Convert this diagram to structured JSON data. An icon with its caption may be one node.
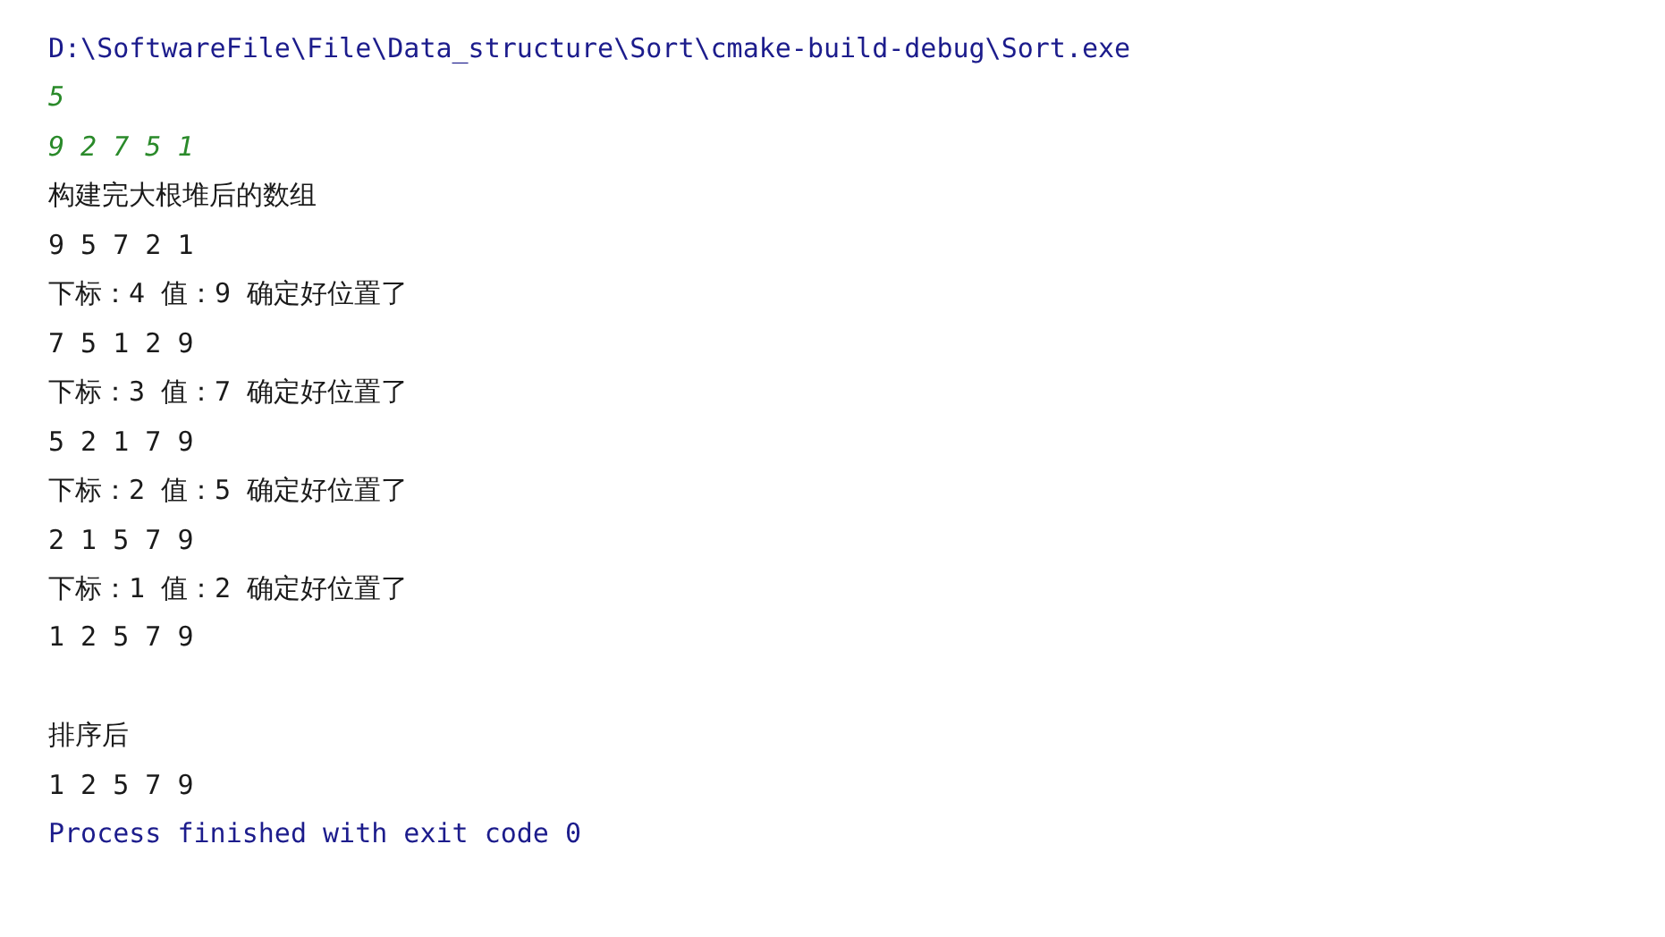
{
  "diagram": {
    "labels": [
      "D:\\SoftwareFile\\File\\Data_structure\\Sort\\cmake-build-debug\\Sort.exe",
      "5",
      "9 2 7 5 1",
      "构建完大根堆后的数组",
      "9 5 7 2 1",
      "下标：4 值：9 确定好位置了",
      "7 5 1 2 9",
      "下标：3 值：7 确定好位置了",
      "5 2 1 7 9",
      "下标：2 值：5 确定好位置了",
      "2 1 5 7 9",
      "下标：1 值：2 确定好位置了",
      "1 2 5 7 9",
      "排序后",
      "1 2 5 7 9",
      "Process finished with exit code 0"
    ]
  }
}
